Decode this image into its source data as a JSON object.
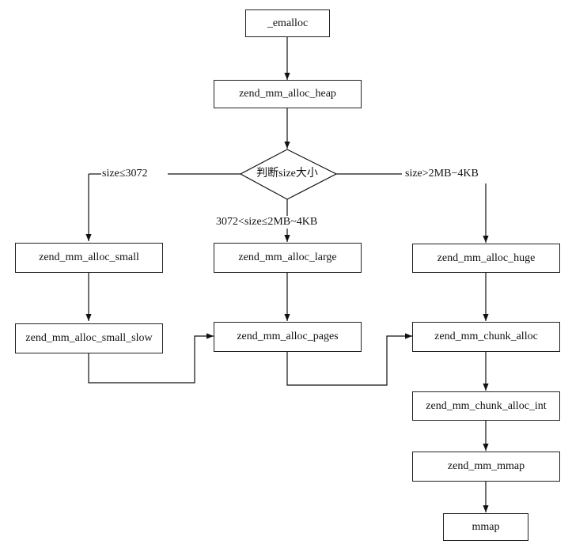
{
  "diagram": {
    "nodes": {
      "emalloc": "_emalloc",
      "alloc_heap": "zend_mm_alloc_heap",
      "decision": "判断size大小",
      "alloc_small": "zend_mm_alloc_small",
      "alloc_large": "zend_mm_alloc_large",
      "alloc_huge": "zend_mm_alloc_huge",
      "alloc_small_slow": "zend_mm_alloc_small_slow",
      "alloc_pages": "zend_mm_alloc_pages",
      "chunk_alloc": "zend_mm_chunk_alloc",
      "chunk_alloc_int": "zend_mm_chunk_alloc_int",
      "mm_mmap": "zend_mm_mmap",
      "mmap": "mmap"
    },
    "edge_labels": {
      "small": "size≤3072",
      "large": "3072<size≤2MB~4KB",
      "huge": "size>2MB−4KB"
    }
  }
}
